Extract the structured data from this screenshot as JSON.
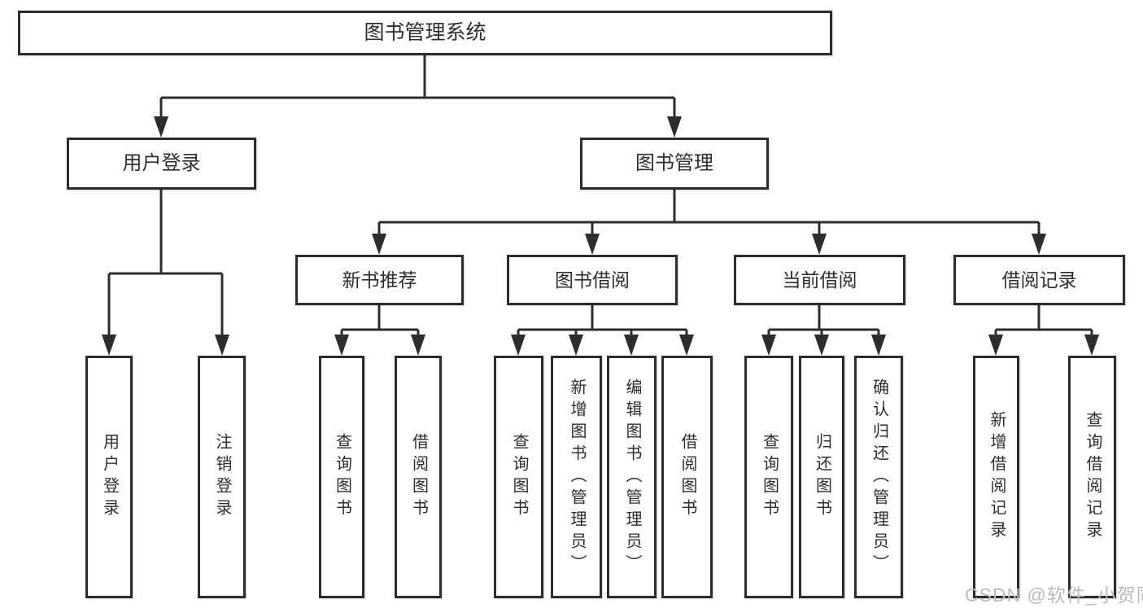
{
  "diagram_type": "hierarchy-tree",
  "colors": {
    "background": "#ffffff",
    "line": "#2d2d2d",
    "box_border": "#2d2d2d",
    "text": "#2e2e2e",
    "watermark": "#bcbcbc"
  },
  "tree": {
    "label": "图书管理系统",
    "children": [
      {
        "label": "用户登录",
        "children": [
          {
            "label": "用户登录"
          },
          {
            "label": "注销登录"
          }
        ]
      },
      {
        "label": "图书管理",
        "children": [
          {
            "label": "新书推荐",
            "children": [
              {
                "label": "查询图书"
              },
              {
                "label": "借阅图书"
              }
            ]
          },
          {
            "label": "图书借阅",
            "children": [
              {
                "label": "查询图书"
              },
              {
                "label": "新增图书（管理员）"
              },
              {
                "label": "编辑图书（管理员）"
              },
              {
                "label": "借阅图书"
              }
            ]
          },
          {
            "label": "当前借阅",
            "children": [
              {
                "label": "查询图书"
              },
              {
                "label": "归还图书"
              },
              {
                "label": "确认归还（管理员）"
              }
            ]
          },
          {
            "label": "借阅记录",
            "children": [
              {
                "label": "新增借阅记录"
              },
              {
                "label": "查询借阅记录"
              }
            ]
          }
        ]
      }
    ]
  },
  "watermark": {
    "text": "CSDN @软件_小贺同学"
  }
}
